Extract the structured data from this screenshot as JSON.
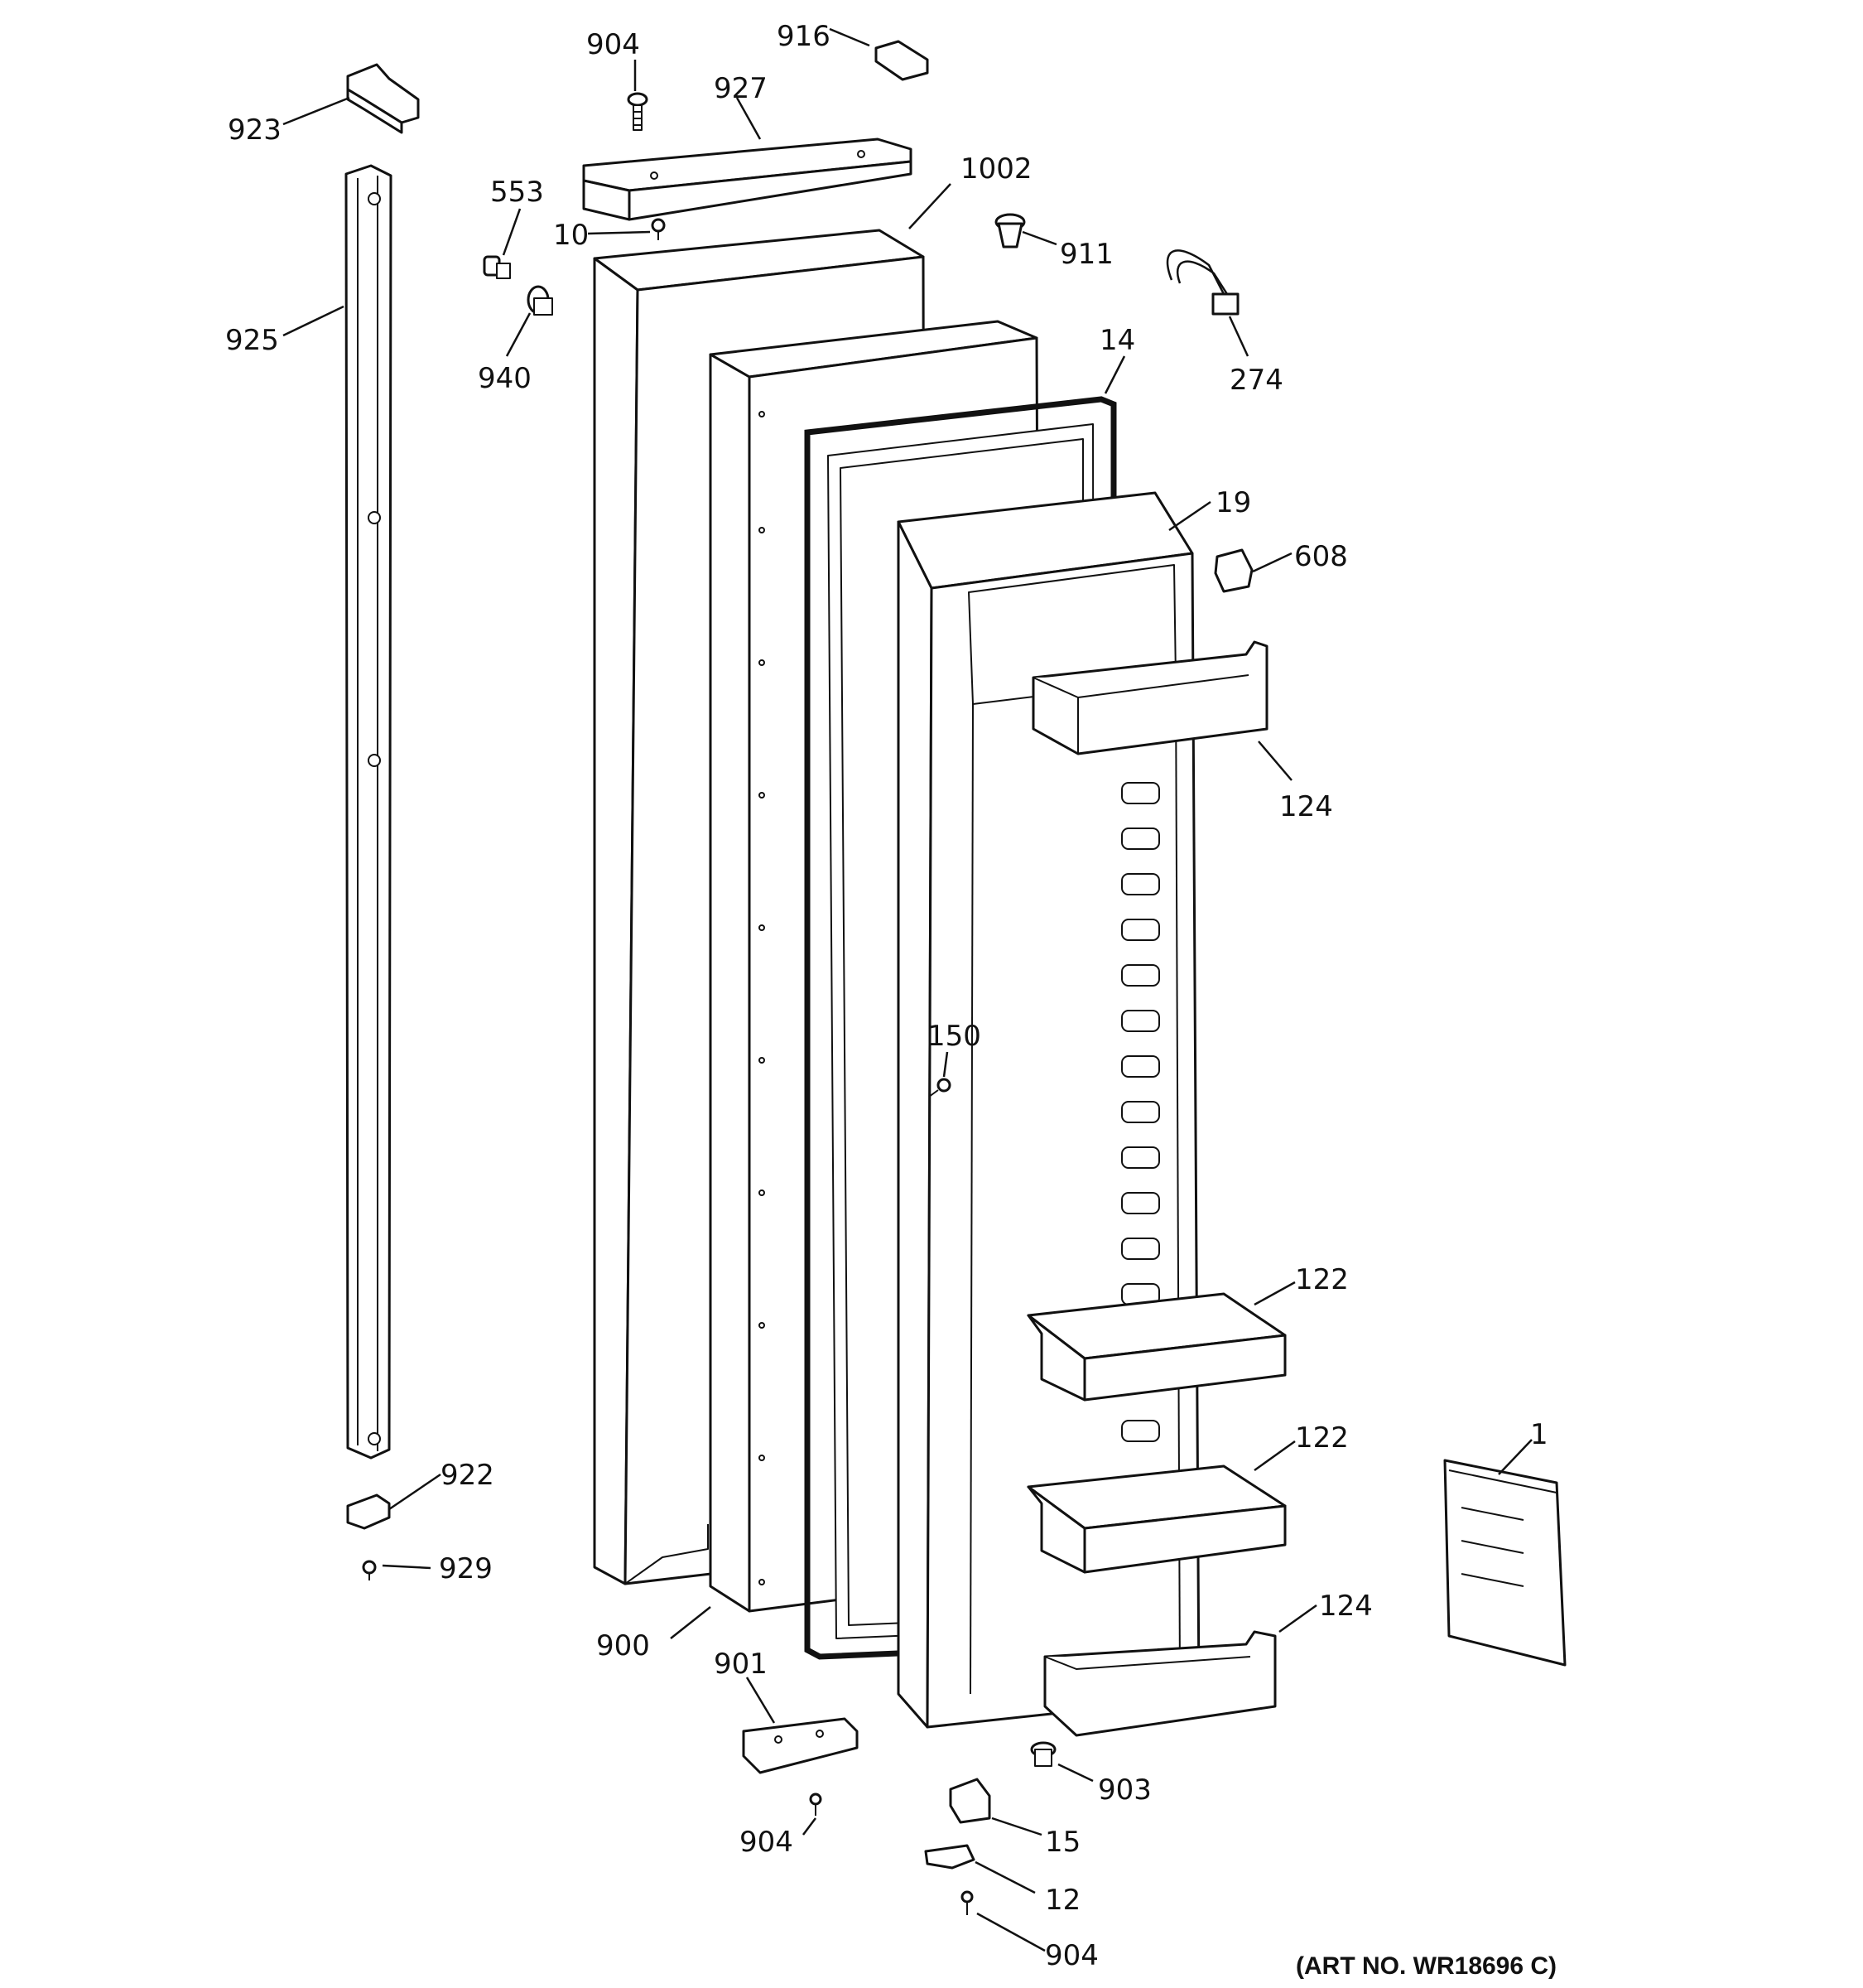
{
  "art_number": "(ART NO. WR18696 C)",
  "labels": {
    "p904_top": "904",
    "p916": "916",
    "p927": "927",
    "p923": "923",
    "p1002": "1002",
    "p553": "553",
    "p10": "10",
    "p911": "911",
    "p925": "925",
    "p940": "940",
    "p14": "14",
    "p274": "274",
    "p19": "19",
    "p608": "608",
    "p124_top": "124",
    "p150": "150",
    "p122_a": "122",
    "p122_b": "122",
    "p1": "1",
    "p922": "922",
    "p929": "929",
    "p124_bottom": "124",
    "p900": "900",
    "p901": "901",
    "p903": "903",
    "p904_left": "904",
    "p15": "15",
    "p12": "12",
    "p904_bottom": "904"
  }
}
